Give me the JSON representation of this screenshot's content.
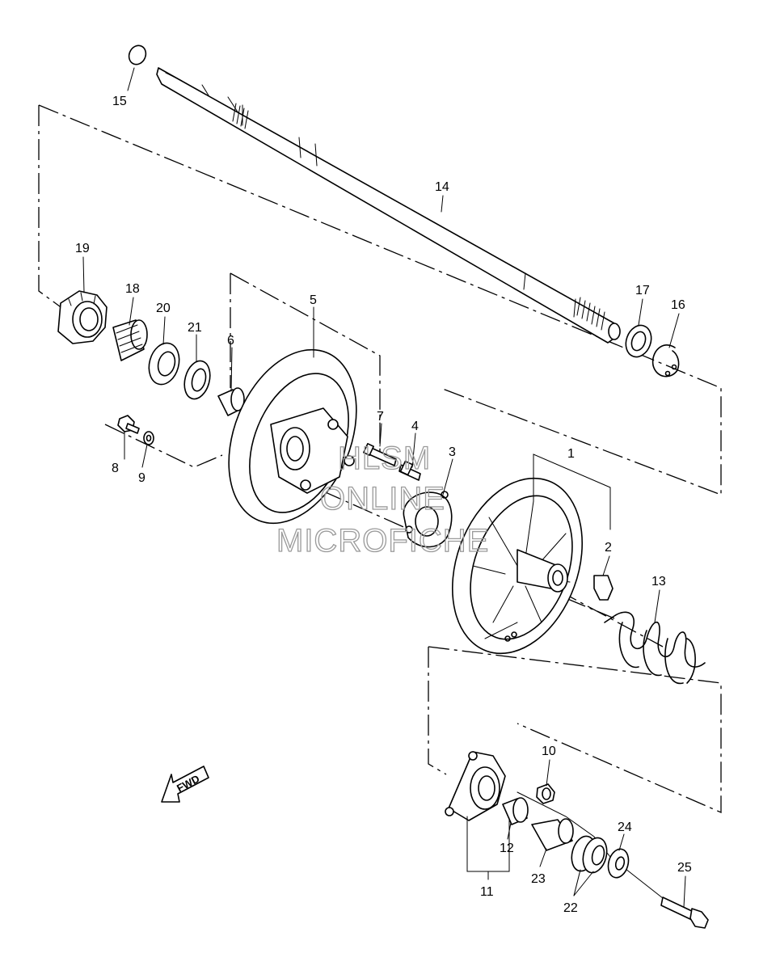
{
  "labels": {
    "p1": "1",
    "p2": "2",
    "p3": "3",
    "p4": "4",
    "p5": "5",
    "p6": "6",
    "p7": "7",
    "p8": "8",
    "p9": "9",
    "p10": "10",
    "p11": "11",
    "p12": "12",
    "p13": "13",
    "p14": "14",
    "p15": "15",
    "p16": "16",
    "p17": "17",
    "p18": "18",
    "p19": "19",
    "p20": "20",
    "p21": "21",
    "p22": "22",
    "p23": "23",
    "p24": "24",
    "p25": "25"
  },
  "direction_arrow": {
    "text": "FWD",
    "icon": "fwd-arrow-icon"
  },
  "watermark": {
    "line1": "HLSM",
    "line2": "ONLINE",
    "line3": "MICROFICHE"
  },
  "colors": {
    "line": "#000000",
    "background": "#ffffff",
    "watermark": "#9a9a9a"
  }
}
